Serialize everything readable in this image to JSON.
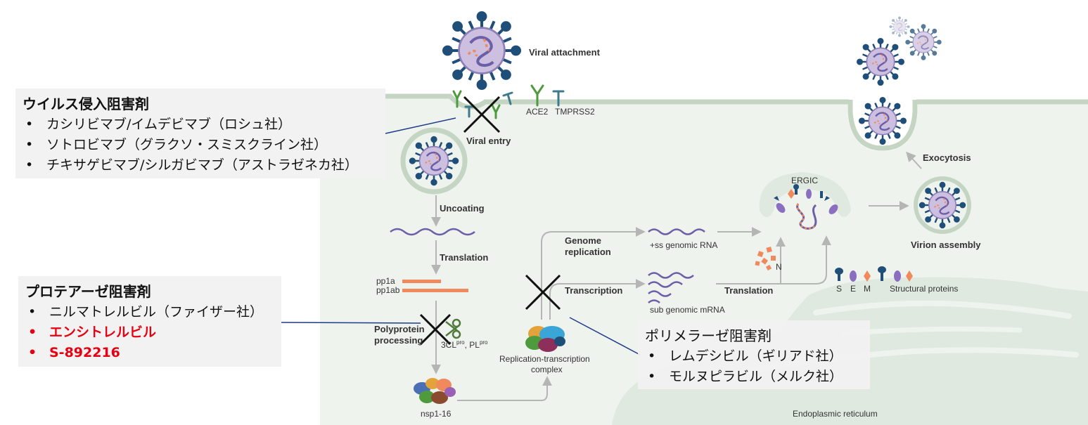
{
  "diagram": {
    "labels": {
      "viral_attachment": "Viral attachment",
      "ace2": "ACE2",
      "tmprss2": "TMPRSS2",
      "viral_entry": "Viral entry",
      "uncoating": "Uncoating",
      "translation1": "Translation",
      "pp1a": "pp1a",
      "pp1ab": "pp1ab",
      "polyprotein_processing_1": "Polyprotein",
      "polyprotein_processing_2": "processing",
      "protease_3cl": "3CL",
      "protease_pl": ", PL",
      "pro_sup": "pro",
      "nsp": "nsp1-16",
      "rtc_1": "Replication-transcription",
      "rtc_2": "complex",
      "genome_replication_1": "Genome",
      "genome_replication_2": "replication",
      "ss_rna": "+ss genomic RNA",
      "transcription": "Transcription",
      "sub_mrna": "sub genomic mRNA",
      "translation2": "Translation",
      "n": "N",
      "ergic": "ERGIC",
      "exocytosis": "Exocytosis",
      "virion_assembly": "Virion assembly",
      "s": "S",
      "e": "E",
      "m": "M",
      "structural_proteins": "Structural proteins",
      "er": "Endoplasmic reticulum"
    },
    "colors": {
      "cell_fill": "#eef3ee",
      "er_fill": "#dfe9df",
      "membrane": "#c5d5c3",
      "virus_spike": "#1f4e79",
      "virus_body": "#cdbfe0",
      "rna": "#6b5fa8",
      "arrow": "#b5b5b5",
      "pp_bar": "#f08a5d",
      "leader_line": "#1f3c88"
    }
  },
  "panels": {
    "entry_inhibitors": {
      "title": "ウイルス侵入阻害剤",
      "items": [
        {
          "bullet": "•",
          "text": "カシリビマブ/イムデビマブ（ロシュ社）"
        },
        {
          "bullet": "•",
          "text": "ソトロビマブ（グラクソ・スミスクライン社）"
        },
        {
          "bullet": "•",
          "text": "チキサゲビマブ/シルガビマブ（アストラゼネカ社）"
        }
      ]
    },
    "protease_inhibitors": {
      "title": "プロテアーゼ阻害剤",
      "items": [
        {
          "bullet": "•",
          "text": "ニルマトレルビル（ファイザー社）"
        },
        {
          "bullet": "•",
          "text": "エンシトレルビル"
        },
        {
          "bullet": "•",
          "text": "S-892216"
        }
      ],
      "highlight_color": "#e60012"
    },
    "polymerase_inhibitors": {
      "title": "ポリメラーゼ阻害剤",
      "items": [
        {
          "bullet": "•",
          "text": "レムデシビル（ギリアド社）"
        },
        {
          "bullet": "•",
          "text": "モルヌピラビル（メルク社）"
        }
      ]
    }
  }
}
